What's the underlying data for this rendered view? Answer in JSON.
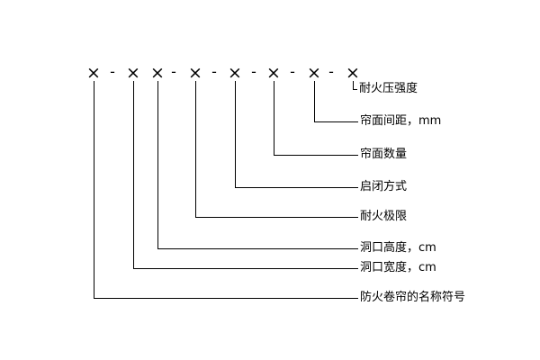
{
  "code": {
    "symbols": [
      "×",
      "×",
      "×",
      "×",
      "×",
      "×",
      "×"
    ],
    "separators": [
      "-",
      "-",
      "-",
      "-",
      "-",
      "-"
    ]
  },
  "labels": {
    "fire_pressure_strength": "耐火压强度",
    "spacing": "帘面间距，mm",
    "count": "帘面数量",
    "opening_method": "启闭方式",
    "fire_limit": "耐火极限",
    "opening_height": "洞口高度，cm",
    "opening_width": "洞口宽度，cm",
    "name_code": "防火卷帘的名称符号"
  }
}
